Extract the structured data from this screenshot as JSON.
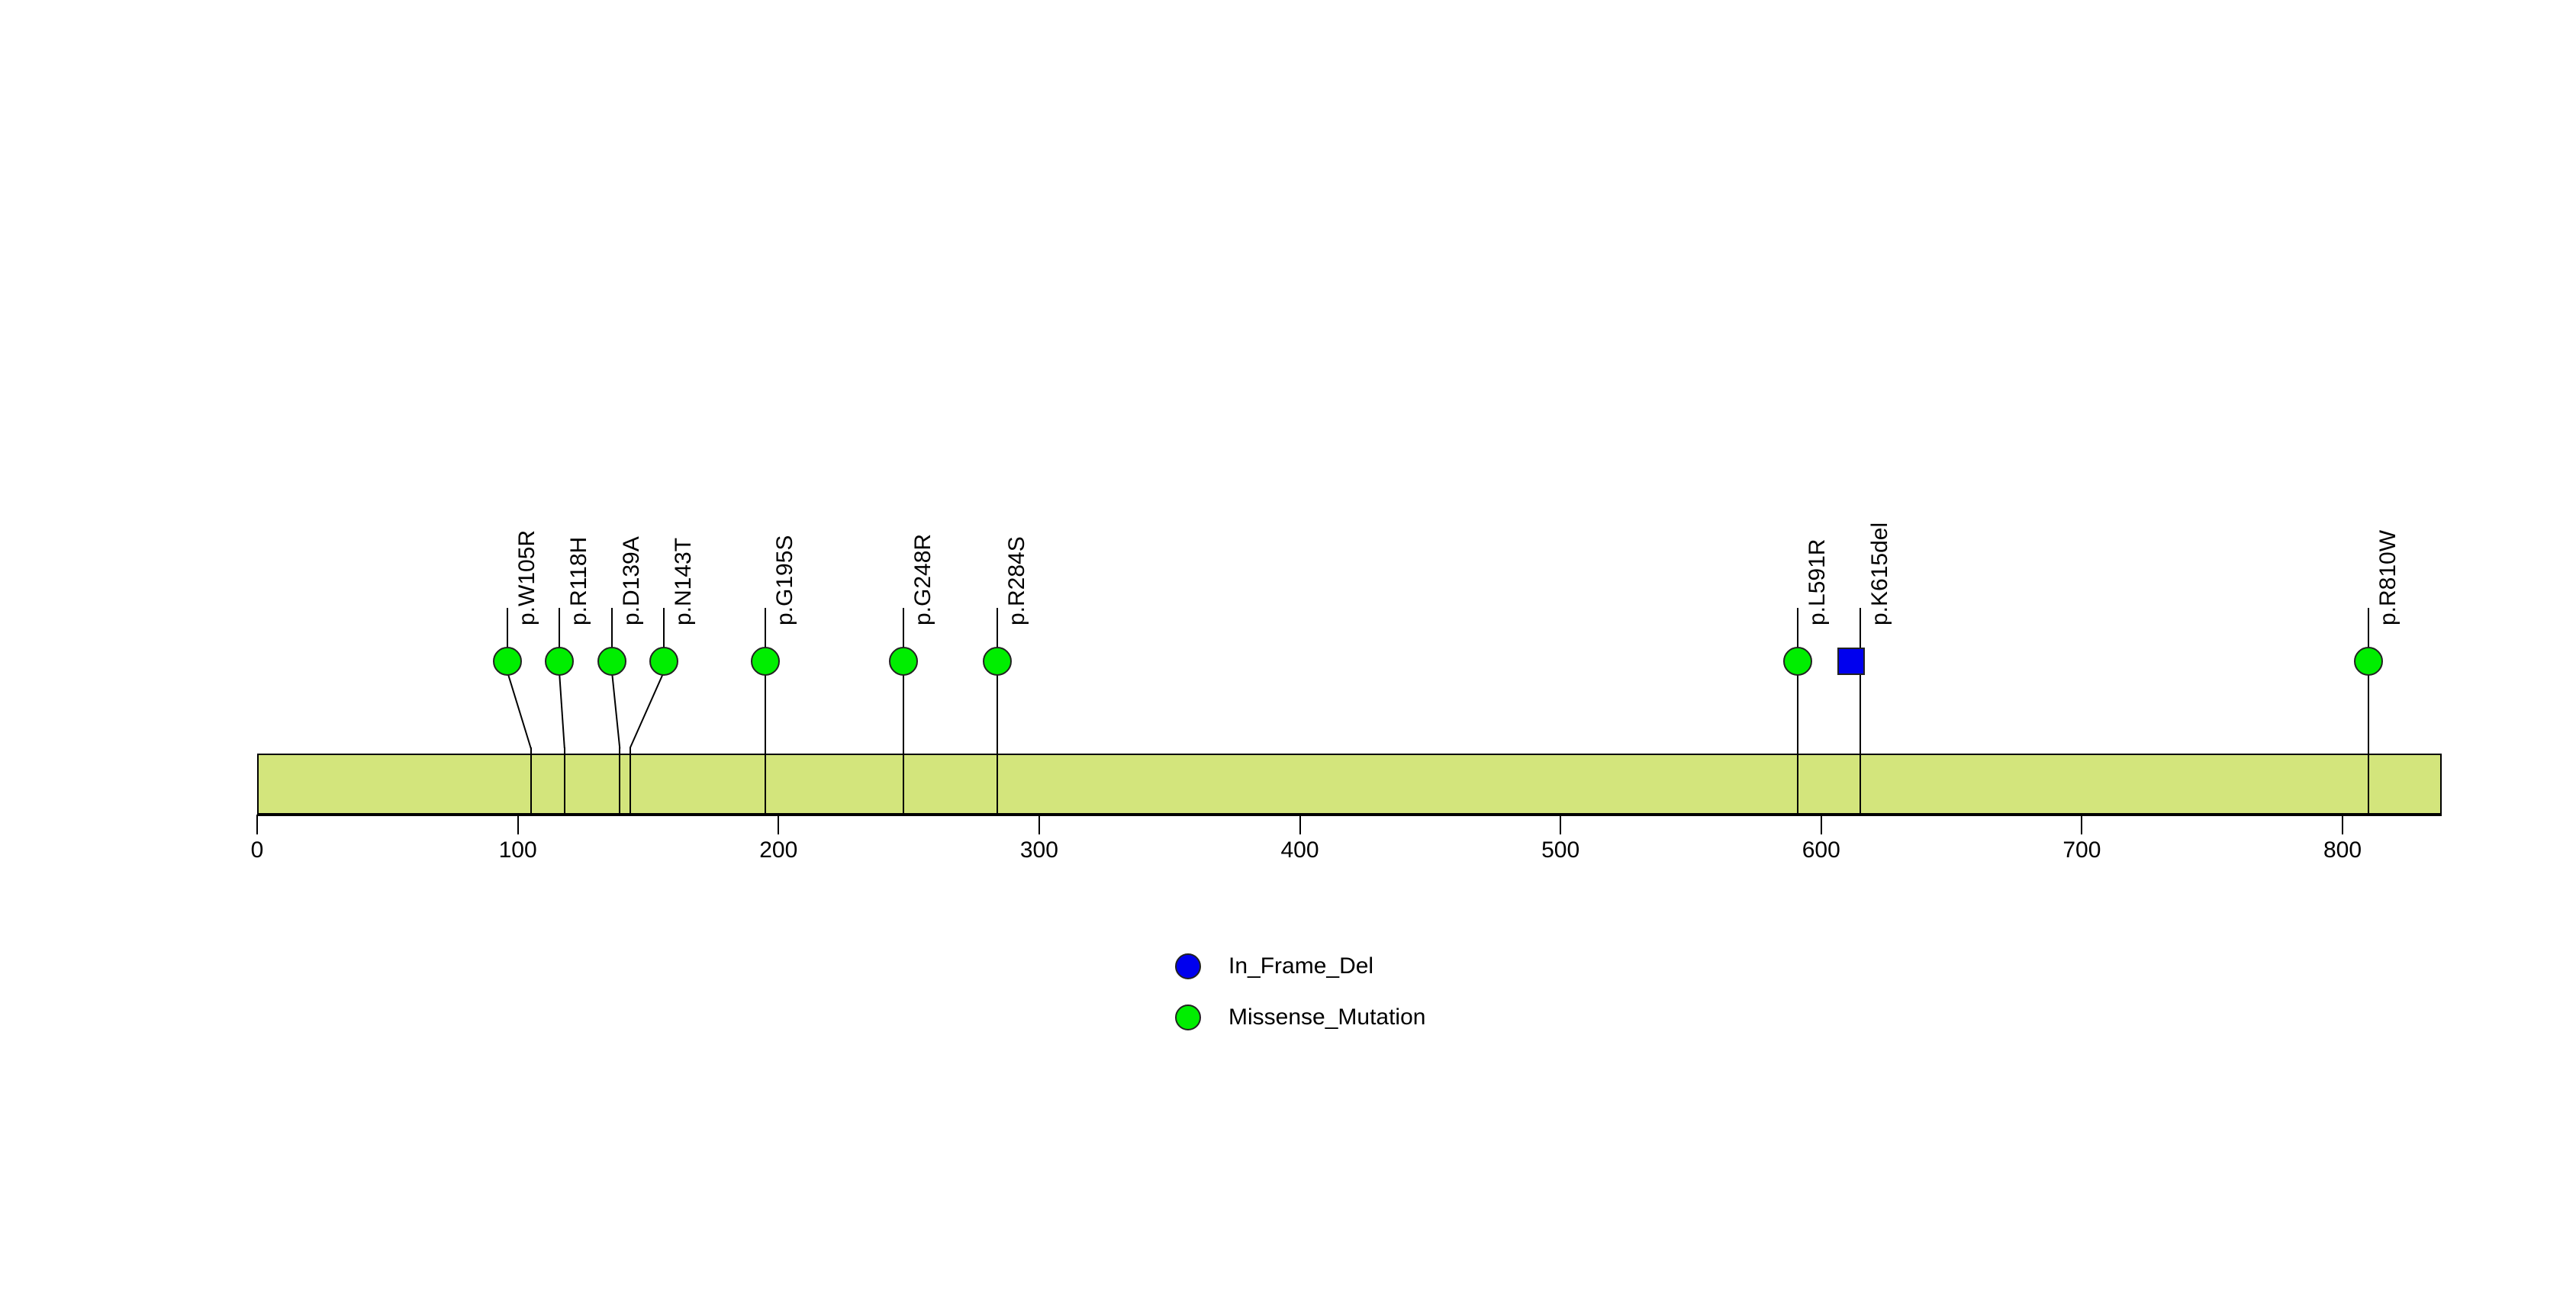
{
  "chart_data": {
    "type": "lollipop",
    "title": "",
    "xlabel": "",
    "ylabel": "",
    "xlim": [
      0,
      838
    ],
    "protein_length": 838,
    "axis_ticks": [
      0,
      100,
      200,
      300,
      400,
      500,
      600,
      700,
      800
    ],
    "axis_tick_labels": [
      "0",
      "100",
      "200",
      "300",
      "400",
      "500",
      "600",
      "700",
      "800"
    ],
    "grid": false,
    "backbone": {
      "name": "protein-backbone",
      "start": 0,
      "end": 838,
      "color": "#D3E57C",
      "border_color": "#000000"
    },
    "legend": {
      "position": "bottom-center",
      "entries": [
        {
          "label": "In_Frame_Del",
          "color": "#0000EE",
          "shape": "circle"
        },
        {
          "label": "Missense_Mutation",
          "color": "#00EE00",
          "shape": "circle"
        }
      ]
    },
    "mutations": [
      {
        "label": "p.W105R",
        "position": 105,
        "marker_position": 96,
        "count": 1,
        "type": "Missense_Mutation",
        "color": "#00EE00",
        "shape": "circle"
      },
      {
        "label": "p.R118H",
        "position": 118,
        "marker_position": 116,
        "count": 1,
        "type": "Missense_Mutation",
        "color": "#00EE00",
        "shape": "circle"
      },
      {
        "label": "p.D139A",
        "position": 139,
        "marker_position": 136,
        "count": 1,
        "type": "Missense_Mutation",
        "color": "#00EE00",
        "shape": "circle"
      },
      {
        "label": "p.N143T",
        "position": 143,
        "marker_position": 156,
        "count": 1,
        "type": "Missense_Mutation",
        "color": "#00EE00",
        "shape": "circle"
      },
      {
        "label": "p.G195S",
        "position": 195,
        "marker_position": 195,
        "count": 1,
        "type": "Missense_Mutation",
        "color": "#00EE00",
        "shape": "circle"
      },
      {
        "label": "p.G248R",
        "position": 248,
        "marker_position": 248,
        "count": 1,
        "type": "Missense_Mutation",
        "color": "#00EE00",
        "shape": "circle"
      },
      {
        "label": "p.R284S",
        "position": 284,
        "marker_position": 284,
        "count": 1,
        "type": "Missense_Mutation",
        "color": "#00EE00",
        "shape": "circle"
      },
      {
        "label": "p.L591R",
        "position": 591,
        "marker_position": 591,
        "count": 1,
        "type": "Missense_Mutation",
        "color": "#00EE00",
        "shape": "circle"
      },
      {
        "label": "p.K615del",
        "position": 615,
        "marker_position": 615,
        "count": 1,
        "type": "In_Frame_Del",
        "color": "#0000EE",
        "shape": "square"
      },
      {
        "label": "p.R810W",
        "position": 810,
        "marker_position": 810,
        "count": 1,
        "type": "Missense_Mutation",
        "color": "#00EE00",
        "shape": "circle"
      }
    ]
  }
}
